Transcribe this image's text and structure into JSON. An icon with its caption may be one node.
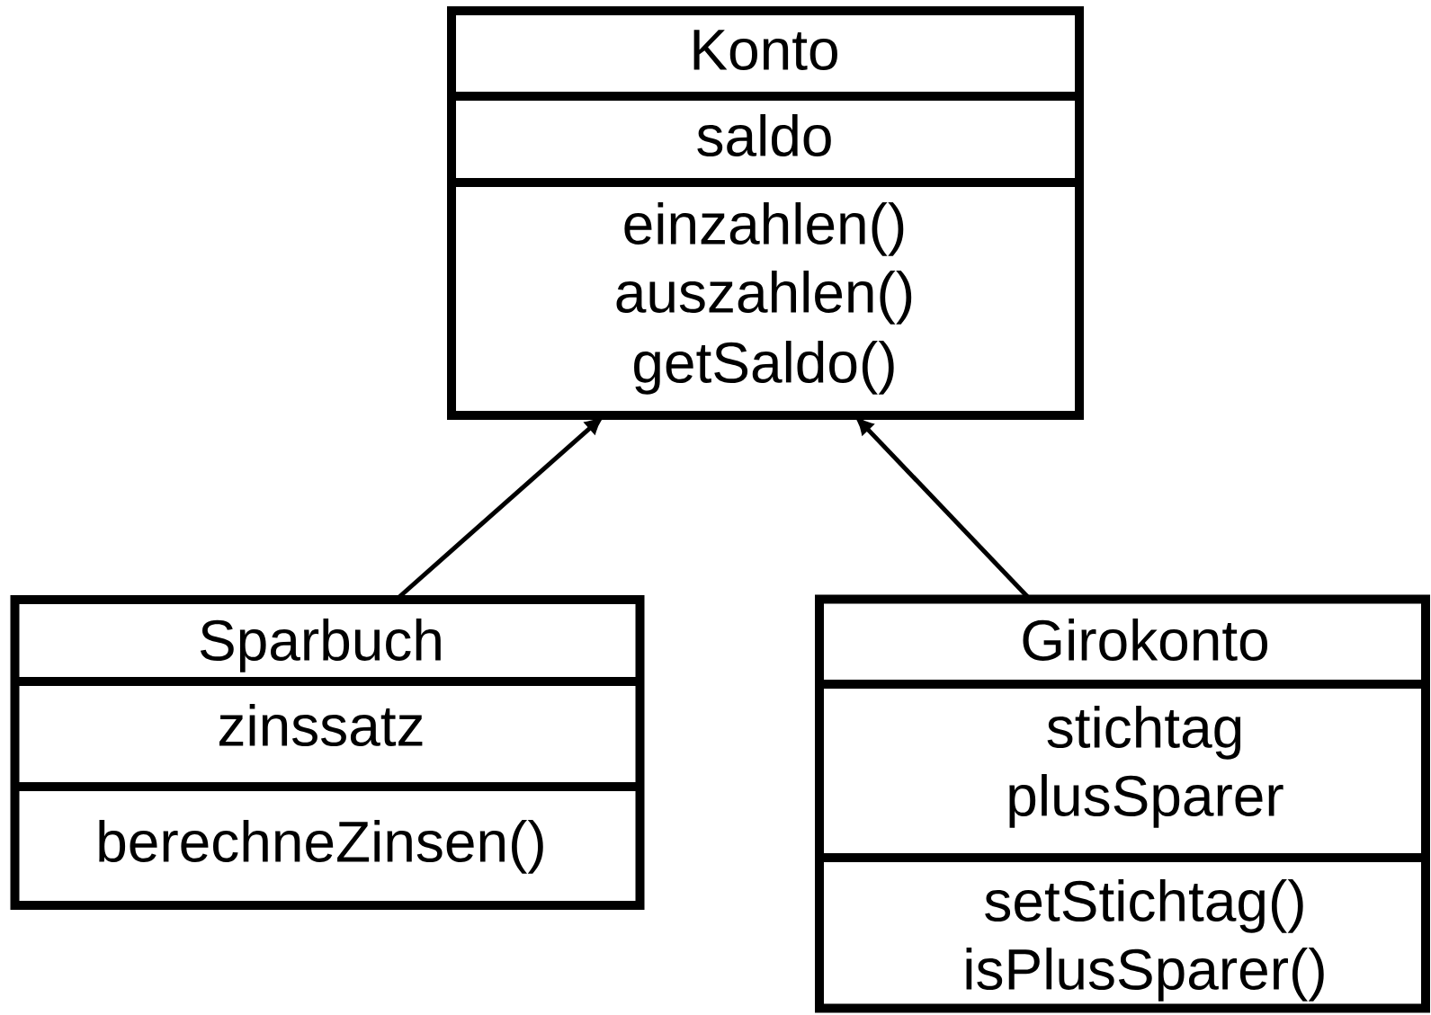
{
  "diagram": {
    "nodes": [
      {
        "text": [
          "Konto",
          "saldo",
          "einzahlen()",
          "auszahlen()",
          "getSaldo()"
        ]
      },
      {
        "text": [
          "Sparbuch",
          "zinssatz",
          "berechneZinsen()"
        ]
      },
      {
        "text": [
          "Girokonto",
          "stichtag",
          "plusSparer",
          "setStichtag()",
          "isPlusSparer()"
        ]
      }
    ],
    "edges": [
      {
        "from": 1,
        "to": 0,
        "arrow": "to"
      },
      {
        "from": 2,
        "to": 0,
        "arrow": "to"
      }
    ]
  }
}
